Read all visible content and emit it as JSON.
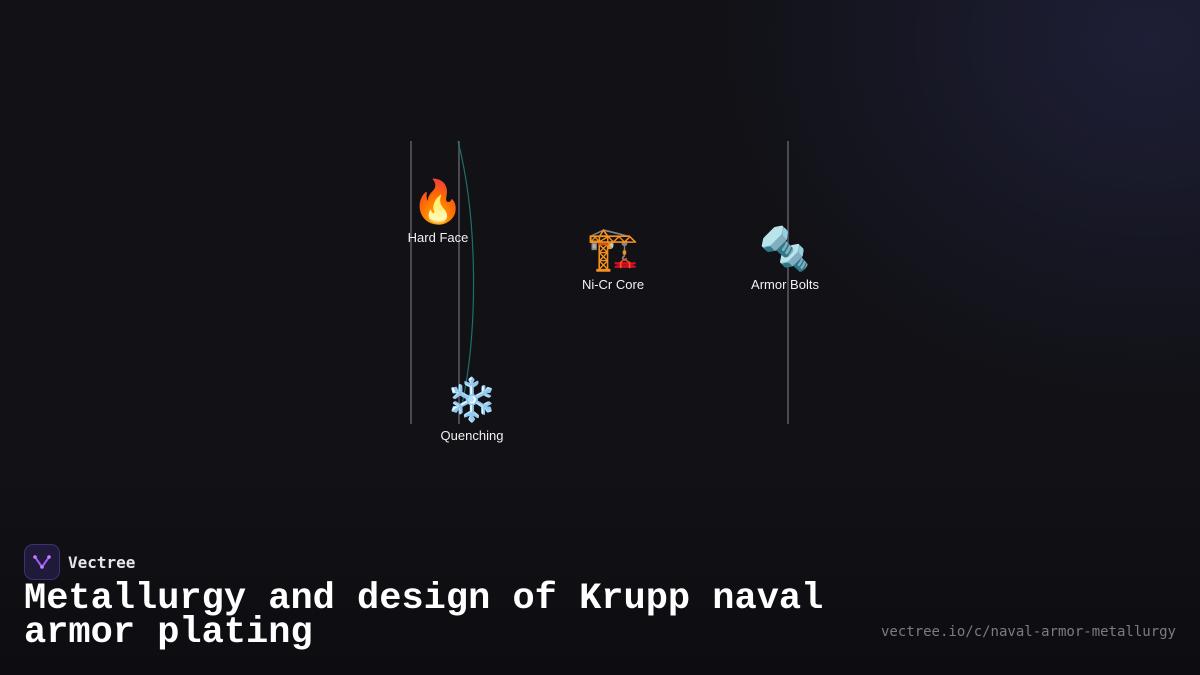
{
  "diagram": {
    "nodes": [
      {
        "id": "hard-face",
        "icon": "fire-icon",
        "glyph": "🔥",
        "label": "Hard Face"
      },
      {
        "id": "ni-cr-core",
        "icon": "construction-crane-icon",
        "glyph": "🏗️",
        "label": "Ni-Cr Core"
      },
      {
        "id": "armor-bolts",
        "icon": "nut-and-bolt-icon",
        "glyph": "🔩",
        "label": "Armor Bolts"
      },
      {
        "id": "quenching",
        "icon": "snowflake-icon",
        "glyph": "❄️",
        "label": "Quenching"
      }
    ],
    "edges": [
      {
        "from": "hard-face",
        "to": "quenching",
        "color": "#1f6f6a"
      }
    ],
    "line_color": "#4a4a50"
  },
  "footer": {
    "brand_name": "Vectree",
    "title": "Metallurgy and design of Krupp naval armor plating",
    "url": "vectree.io/c/naval-armor-metallurgy"
  },
  "colors": {
    "background": "#111116",
    "brand_logo_accent": "#a855f7"
  }
}
